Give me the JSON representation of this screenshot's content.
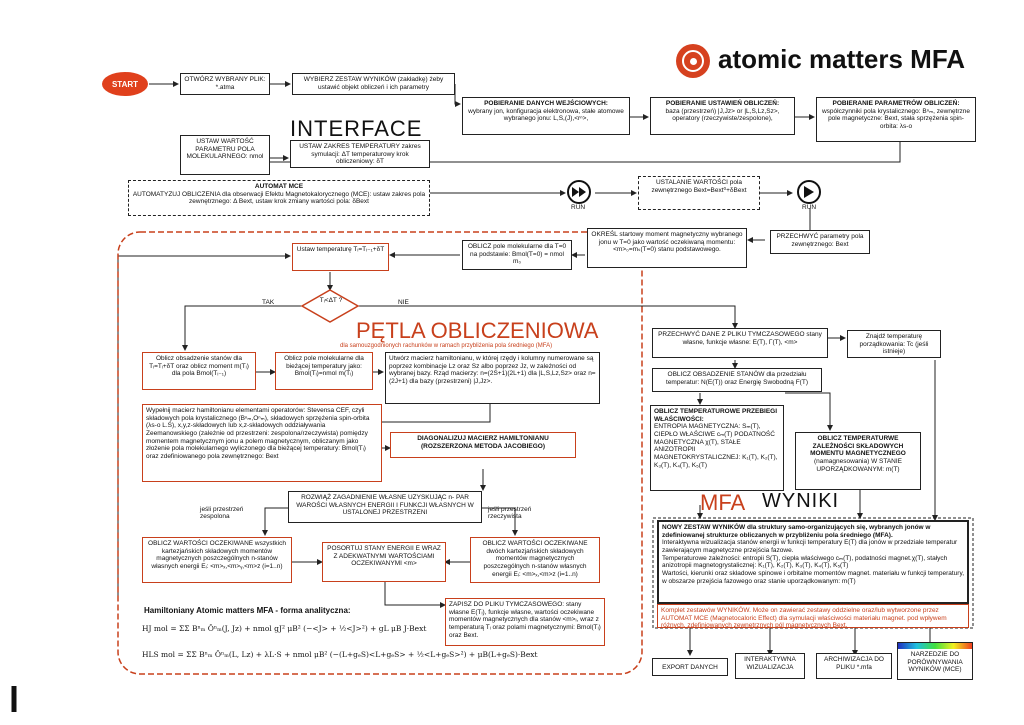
{
  "header": {
    "brand": "atomic matters MFA"
  },
  "big_labels": {
    "interface": "INTERFACE",
    "loop": "PĘTLA OBLICZENIOWA",
    "loop_sub": "dla samouzgodnionych rachunków w ramach przybliżenia pola średniego (MFA)",
    "mfa": "MFA",
    "wyniki": "WYNIKI"
  },
  "start": "START",
  "nodes": {
    "open_file": "OTWÓRZ WYBRANY PLIK: *.atma",
    "choose_set": "WYBIERZ ZESTAW WYNIKÓW (zakładkę) żeby ustawić objekt obliczeń i ich parametry",
    "input_title": "POBIERANIE DANYCH WEJŚCIOWYCH:",
    "input_body": "wybrany jon, konfiguracja elektronowa, stałe atomowe wybranego jonu: L,S,(J),<rⁿ>,",
    "settings_title": "POBIERANIE USTAWIEŃ OBLICZEŃ:",
    "settings_body": "baza (przestrzeń) |J,Jz> or |L,S,Lz,Sz>, operatory (rzeczywiste/zespolone),",
    "params_title": "POBIERANIE PARAMETRÓW OBLICZEŃ:",
    "params_body": "współczynniki pola krystalicznego: Bⁿₘ, zewnętrzne pole magnetyczne: Bext, stała sprzężenia spin-orbita: λs-o",
    "molecular_field": "USTAW WARTOŚĆ PARAMETRU POLA MOLEKULARNEGO: nmol",
    "temp_range": "USTAW ZAKRES TEMPERATURY zakres symulacji: ΔT temperaturowy krok obliczeniowy: δT",
    "auto_title": "AUTOMAT MCE",
    "auto_body": "AUTOMATYZUJ OBLICZENIA dla obserwacji Efektu Magnetokalorycznego (MCE): ustaw zakres pola zewnętrznego: Δ Bext, ustaw krok zmiany wartości pola: δBext",
    "ext_field": "USTALANIE WARTOŚCI pola zewnętrznego Bext=Bext⁰+δBext",
    "run1": "RUN",
    "run2": "RUN",
    "intercept": "PRZECHWYĆ parametry pola zewnętrznego: Bext",
    "init_moment": "OKREŚL startowy moment magnetyczny wybranego jonu w T=0 jako wartość oczekiwaną momentu: <m>₀=mₛ(T=0) stanu podstawowego.",
    "mol_field_t0": "OBLICZ pole molekularne dla T=0 na podstawie: Bmol(T=0) = nmol m₀",
    "set_temp": "Ustaw temperaturę Tᵢ=Tᵢ₋₁+δT",
    "decision": "Tᵢ<ΔT ?",
    "tak": "TAK",
    "nie": "NIE",
    "occupancy": "Oblicz obsadzenie stanów dla Tᵢ=Tᵢ+δT oraz oblicz moment m(Tᵢ) dla pola Bmol(Tᵢ₋₁)",
    "mol_field_t": "Oblicz pole molekularne dla bieżącej temperatury jako: Bmol(Tᵢ)=nmol m(Tᵢ)",
    "matrix_create": "Utwórz macierz hamiltonianu, w której rzędy i kolumny numerowane są poprzez kombinacje Lz oraz Sz albo poprzez Jz, w zależności od wybranej bazy. Rząd macierzy: n=(2S+1)(2L+1) dla |L,S,Lz,Sz> oraz n=(2J+1) dla bazy (przestrzeni) |J,Jz>.",
    "fill_matrix": "Wypełnij macierz hamiltonianu elementami operatorów: Stevensa CEF, czyli składowych pola krystalicznego (Bⁿₘ,Oⁿₘ), składowych sprzężenia spin-orbita (λs-o L.S), x,y,z-składowych lub x,z-składowych oddziaływania Zeemanowskiego (zależnie od przestrzeni: zespolona/rzeczywista) pomiędzy momentem magnetycznym jonu a polem magnetycznym, obliczanym jako złożenie pola molekularnego wyliczonego dla bieżącej temperatury: Bmol(Tᵢ) oraz zdefiniowanego pola zewnętrznego: Bext",
    "diagonalize": "DIAGONALIZUJ MACIERZ HAMILTONIANU (ROZSZERZONA METODA JACOBIEGO)",
    "eigen": "ROZWIĄŻ ZAGADNIENIE WŁASNE UZYSKUJĄC n- PAR WAROŚCI WŁASNYCH ENERGII I FUNKCJI WŁASNYCH W USTALONEJ PRZESTRZENI",
    "complex_lbl": "jeśli przestrzeń zespolona",
    "real_lbl": "jeśli przestrzeń rzeczywista",
    "expect_complex": "OBLICZ WARTOŚCI OCZEKIWANE wszystkich kartezjańskich składowych momentów magnetycznych poszczególnych n-stanów własnych energii Eᵢ: <m>ₓ,<m>ᵧ,<m>z (i=1..n)",
    "sort": "POSORTUJ STANY ENERGII E WRAZ Z ADEKWATNYMI WARTOŚCIAMI OCZEKIWANYMI <m>",
    "expect_real": "OBLICZ WARTOŚCI OCZEKIWANE dwóch kartezjańskich składowych momentów magnetycznych poszczególnych n-stanów własnych energii Eᵢ: <m>ₓ,<m>z (i=1..n)",
    "save_temp": "ZAPISZ DO PLIKU TYMCZASOWEGO: stany własne E(Tᵢ), funkcje własne, wartości oczekiwane momentów magnetycznych dla stanów <m>ᵢ, wraz z temperaturą Tᵢ oraz polami magnetycznymi: Bmol(Tᵢ) oraz Bext.",
    "hamilton_title": "Hamiltoniany Atomic matters MFA - forma analityczna:",
    "formula1": "HJ mol = ΣΣ Bⁿₘ Ôⁿₘ(J, Jz) + nmol gJ² μB² (−<J> + ½<J>²) + gL μB J·Bext",
    "formula2": "HLS mol = ΣΣ Bⁿₘ Ôⁿₘ(L, Lz) + λL·S + nmol μB² (−(L+gₑS)<L+gₑS> + ½<L+gₑS>²) + μB(L+gₑS)·Bext",
    "intercept_data": "PRZECHWYĆ DANE Z PLIKU TYMCZASOWEGO stany własne, funkcje własne: E(T), Γ(T), <m>",
    "find_temp": "Znajdź temperaturę porządkowania: Tc (jeśli istnieje)",
    "occ_free": "OBLICZ OBSADZENIE STANÓW dla przedziału temperatur: N(E(T)) oraz Energię Swobodną F(T)",
    "thermo_title": "OBLICZ TEMPERATUROWE PRZEBIEGI WŁAŚCIWOŚCI:",
    "thermo_body": "ENTROPIA MAGNETYCZNA: Sₘ(T), CIEPŁO WŁAŚCIWE cₘ(T) PODATNOŚĆ MAGNETYCZNA χ(T), STAŁE ANIZOTROPII MAGNETOKRYSTALICZNEJ: K₁(T), K₂(T), K₃(T), K₄(T), K₅(T)",
    "moment_title": "OBLICZ TEMPERATURWE ZALEŻNOŚCI SKŁADOWYCH MOMENTU MAGNETYCZNEGO",
    "moment_body": "(namagnesowania) W STANIE UPORZĄDKOWANYM: m(T)",
    "new_set_title": "NOWY ZESTAW WYNIKÓW dla struktury samo-organizujących się, wybranych jonów w zdefiniowanej strukturze obliczanych w przybliżeniu pola średniego (MFA).",
    "new_set_l1": "Interaktywna wizualizacja stanów energii w funkcji temperatury E(T) dla jonów w przedziale temperatur zawierającym magnetyczne przejścia fazowe.",
    "new_set_l2": "Temperaturowe zależności: entropii S(T), ciepła właściwego cₘ(T), podatności magnet.χ(T), stałych anizotropii magnetogrystalicznej: K₁(T), K₂(T), K₃(T), K₄(T), K₅(T)",
    "new_set_l3": "Wartości, kierunki oraz składowe spinowe i orbitalne momentów magnet. materiału w funkcji temperatury, w obszarze przejścia fazowego oraz stanie uporządkowanym: m(T)",
    "complete_note": "Komplet zestawów WYNIKÓW. Może on zawierać zestawy oddzielne oraz/lub wytworzone przez AUTOMAT MCE (Magnetocaloric Effect) dla symulacji właściwości materiału magnet. pod wpływem różnych, zdefiniowanych zewnętrznych pól magnetycznych Bext.",
    "export": "EXPORT DANYCH",
    "visualize": "INTERAKTYWNA WIZUALIZACJA",
    "archive": "ARCHIWIZACJA DO PLIKU *.mfa",
    "compare": "NARZEDZIE DO PORÓWNYWANIA WYNIKÓW (MCE)"
  },
  "colors": {
    "accent": "#c8401c",
    "start": "#e0401c",
    "text": "#111111"
  },
  "icons": [
    "logo-icon",
    "fast-forward-icon",
    "play-icon",
    "start-oval"
  ]
}
